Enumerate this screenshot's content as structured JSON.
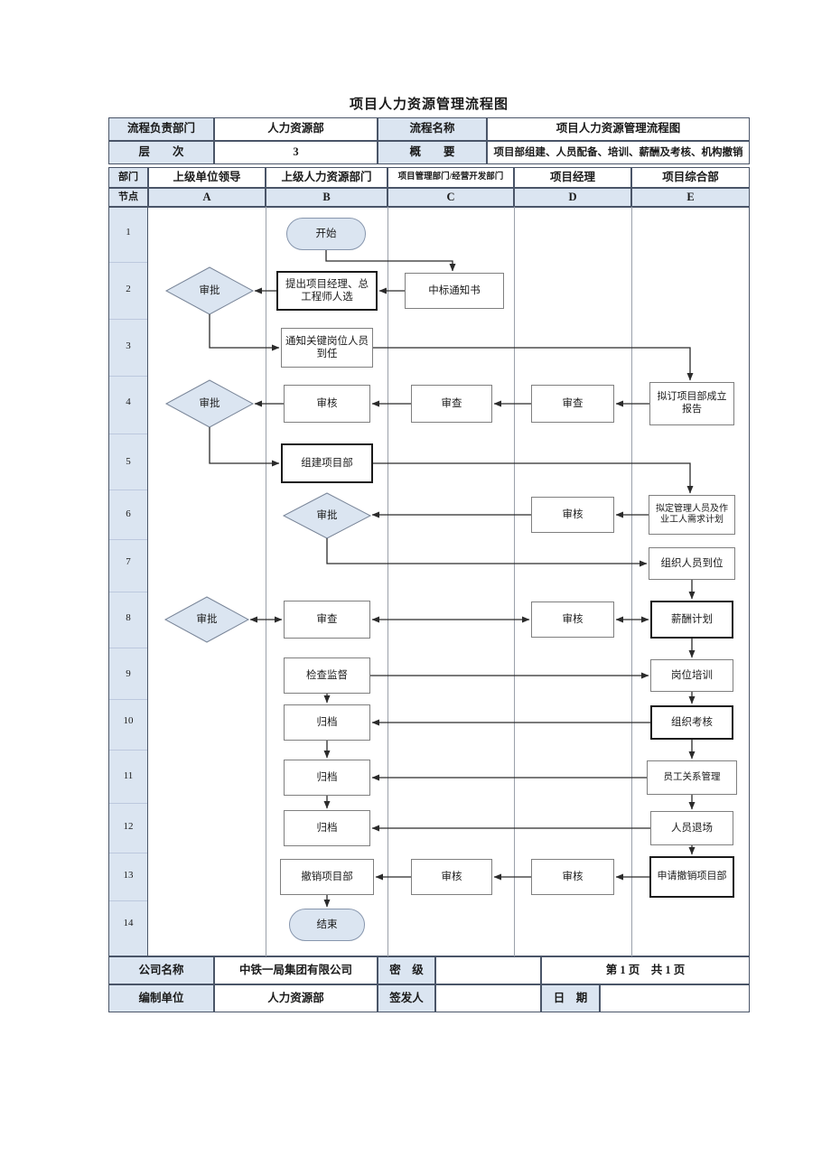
{
  "title": "项目人力资源管理流程图",
  "colors": {
    "shade": "#dbe5f1",
    "table_line": "#4a5568",
    "lane_line": "#9aa0aa",
    "box_border": "#7f7f7f",
    "bold_border": "#1a1a1a",
    "arrow": "#2b2b2b"
  },
  "info": {
    "owner_label": "流程负责部门",
    "owner": "人力资源部",
    "name_label": "流程名称",
    "name": "项目人力资源管理流程图",
    "level_label": "层　　次",
    "level": "3",
    "summary_label": "概　　要",
    "summary": "项目部组建、人员配备、培训、薪酬及考核、机构撤销"
  },
  "lanes": {
    "dept_label": "部门",
    "node_label": "节点",
    "columns": [
      {
        "key": "A",
        "dept": "上级单位领导"
      },
      {
        "key": "B",
        "dept": "上级人力资源部门"
      },
      {
        "key": "C",
        "dept": "项目管理部门/经营开发部门"
      },
      {
        "key": "D",
        "dept": "项目经理"
      },
      {
        "key": "E",
        "dept": "项目综合部"
      }
    ]
  },
  "flow": {
    "row_labels": [
      "1",
      "2",
      "3",
      "4",
      "5",
      "6",
      "7",
      "8",
      "9",
      "10",
      "11",
      "12",
      "13",
      "14"
    ],
    "nodes": [
      {
        "id": "start",
        "label": "开始",
        "lane": "B",
        "row": 1,
        "shape": "terminator",
        "emphasis": false
      },
      {
        "id": "approve_2",
        "label": "审批",
        "lane": "A",
        "row": 2,
        "shape": "decision",
        "emphasis": false
      },
      {
        "id": "propose_managers",
        "label": "提出项目经理、总工程师人选",
        "lane": "B",
        "row": 2,
        "shape": "process",
        "emphasis": true
      },
      {
        "id": "bid_notice",
        "label": "中标通知书",
        "lane": "C",
        "row": 2,
        "shape": "process",
        "emphasis": false
      },
      {
        "id": "notify_key_staff",
        "label": "通知关键岗位人员到任",
        "lane": "B",
        "row": 3,
        "shape": "process",
        "emphasis": false
      },
      {
        "id": "approve_4",
        "label": "审批",
        "lane": "A",
        "row": 4,
        "shape": "decision",
        "emphasis": false
      },
      {
        "id": "review_b4",
        "label": "审核",
        "lane": "B",
        "row": 4,
        "shape": "process",
        "emphasis": false
      },
      {
        "id": "check_c4",
        "label": "审查",
        "lane": "C",
        "row": 4,
        "shape": "process",
        "emphasis": false
      },
      {
        "id": "check_d4",
        "label": "审查",
        "lane": "D",
        "row": 4,
        "shape": "process",
        "emphasis": false
      },
      {
        "id": "draft_setup_report",
        "label": "拟订项目部成立报告",
        "lane": "E",
        "row": 4,
        "shape": "process",
        "emphasis": false
      },
      {
        "id": "form_project_dept",
        "label": "组建项目部",
        "lane": "B",
        "row": 5,
        "shape": "process",
        "emphasis": true
      },
      {
        "id": "approve_6",
        "label": "审批",
        "lane": "B",
        "row": 6,
        "shape": "decision",
        "emphasis": false
      },
      {
        "id": "review_d6",
        "label": "审核",
        "lane": "D",
        "row": 6,
        "shape": "process",
        "emphasis": false
      },
      {
        "id": "staff_demand_plan",
        "label": "拟定管理人员及作业工人需求计划",
        "lane": "E",
        "row": 6,
        "shape": "process",
        "emphasis": false
      },
      {
        "id": "staff_in_place",
        "label": "组织人员到位",
        "lane": "E",
        "row": 7,
        "shape": "process",
        "emphasis": false
      },
      {
        "id": "approve_8",
        "label": "审批",
        "lane": "A",
        "row": 8,
        "shape": "decision",
        "emphasis": false
      },
      {
        "id": "check_b8",
        "label": "审查",
        "lane": "B",
        "row": 8,
        "shape": "process",
        "emphasis": false
      },
      {
        "id": "review_d8",
        "label": "审核",
        "lane": "D",
        "row": 8,
        "shape": "process",
        "emphasis": false
      },
      {
        "id": "salary_plan",
        "label": "薪酬计划",
        "lane": "E",
        "row": 8,
        "shape": "process",
        "emphasis": true
      },
      {
        "id": "inspect_supervise",
        "label": "检查监督",
        "lane": "B",
        "row": 9,
        "shape": "process",
        "emphasis": false
      },
      {
        "id": "job_training",
        "label": "岗位培训",
        "lane": "E",
        "row": 9,
        "shape": "process",
        "emphasis": false
      },
      {
        "id": "archive_10",
        "label": "归档",
        "lane": "B",
        "row": 10,
        "shape": "process",
        "emphasis": false
      },
      {
        "id": "org_assessment",
        "label": "组织考核",
        "lane": "E",
        "row": 10,
        "shape": "process",
        "emphasis": true
      },
      {
        "id": "archive_11",
        "label": "归档",
        "lane": "B",
        "row": 11,
        "shape": "process",
        "emphasis": false
      },
      {
        "id": "employee_relations",
        "label": "员工关系管理",
        "lane": "E",
        "row": 11,
        "shape": "process",
        "emphasis": false
      },
      {
        "id": "archive_12",
        "label": "归档",
        "lane": "B",
        "row": 12,
        "shape": "process",
        "emphasis": false
      },
      {
        "id": "staff_exit",
        "label": "人员退场",
        "lane": "E",
        "row": 12,
        "shape": "process",
        "emphasis": false
      },
      {
        "id": "cancel_project_dept",
        "label": "撤销项目部",
        "lane": "B",
        "row": 13,
        "shape": "process",
        "emphasis": false
      },
      {
        "id": "review_c13",
        "label": "审核",
        "lane": "C",
        "row": 13,
        "shape": "process",
        "emphasis": false
      },
      {
        "id": "review_d13",
        "label": "审核",
        "lane": "D",
        "row": 13,
        "shape": "process",
        "emphasis": false
      },
      {
        "id": "apply_cancel_dept",
        "label": "申请撤销项目部",
        "lane": "E",
        "row": 13,
        "shape": "process",
        "emphasis": true
      },
      {
        "id": "end",
        "label": "结束",
        "lane": "B",
        "row": 14,
        "shape": "terminator",
        "emphasis": false
      }
    ],
    "edges": [
      {
        "from": "start",
        "to": "bid_notice",
        "dir": "one"
      },
      {
        "from": "bid_notice",
        "to": "propose_managers",
        "dir": "one"
      },
      {
        "from": "propose_managers",
        "to": "approve_2",
        "dir": "one"
      },
      {
        "from": "approve_2",
        "to": "notify_key_staff",
        "dir": "one"
      },
      {
        "from": "notify_key_staff",
        "to": "draft_setup_report",
        "dir": "one"
      },
      {
        "from": "draft_setup_report",
        "to": "check_d4",
        "dir": "one"
      },
      {
        "from": "check_d4",
        "to": "check_c4",
        "dir": "one"
      },
      {
        "from": "check_c4",
        "to": "review_b4",
        "dir": "one"
      },
      {
        "from": "review_b4",
        "to": "approve_4",
        "dir": "one"
      },
      {
        "from": "approve_4",
        "to": "form_project_dept",
        "dir": "one"
      },
      {
        "from": "form_project_dept",
        "to": "staff_demand_plan",
        "dir": "one"
      },
      {
        "from": "staff_demand_plan",
        "to": "review_d6",
        "dir": "one"
      },
      {
        "from": "review_d6",
        "to": "approve_6",
        "dir": "one"
      },
      {
        "from": "approve_6",
        "to": "staff_in_place",
        "dir": "one"
      },
      {
        "from": "staff_in_place",
        "to": "salary_plan",
        "dir": "one"
      },
      {
        "from": "salary_plan",
        "to": "review_d8",
        "dir": "both"
      },
      {
        "from": "review_d8",
        "to": "check_b8",
        "dir": "both"
      },
      {
        "from": "check_b8",
        "to": "approve_8",
        "dir": "both"
      },
      {
        "from": "salary_plan",
        "to": "job_training",
        "dir": "one"
      },
      {
        "from": "inspect_supervise",
        "to": "job_training",
        "dir": "one"
      },
      {
        "from": "inspect_supervise",
        "to": "archive_10",
        "dir": "one"
      },
      {
        "from": "job_training",
        "to": "org_assessment",
        "dir": "one"
      },
      {
        "from": "org_assessment",
        "to": "archive_10",
        "dir": "one"
      },
      {
        "from": "archive_10",
        "to": "archive_11",
        "dir": "one"
      },
      {
        "from": "org_assessment",
        "to": "employee_relations",
        "dir": "one"
      },
      {
        "from": "employee_relations",
        "to": "archive_11",
        "dir": "one"
      },
      {
        "from": "archive_11",
        "to": "archive_12",
        "dir": "one"
      },
      {
        "from": "employee_relations",
        "to": "staff_exit",
        "dir": "one"
      },
      {
        "from": "staff_exit",
        "to": "archive_12",
        "dir": "one"
      },
      {
        "from": "staff_exit",
        "to": "apply_cancel_dept",
        "dir": "one"
      },
      {
        "from": "apply_cancel_dept",
        "to": "review_d13",
        "dir": "one"
      },
      {
        "from": "review_d13",
        "to": "review_c13",
        "dir": "one"
      },
      {
        "from": "review_c13",
        "to": "cancel_project_dept",
        "dir": "one"
      },
      {
        "from": "cancel_project_dept",
        "to": "end",
        "dir": "one"
      }
    ]
  },
  "footer": {
    "company_label": "公司名称",
    "company": "中铁一局集团有限公司",
    "security_label": "密　级",
    "security": "",
    "page_info": "第 1 页　共 1 页",
    "issuer_label": "编制单位",
    "issuer": "人力资源部",
    "signer_label": "签发人",
    "signer": "",
    "date_label": "日　期",
    "date": ""
  }
}
